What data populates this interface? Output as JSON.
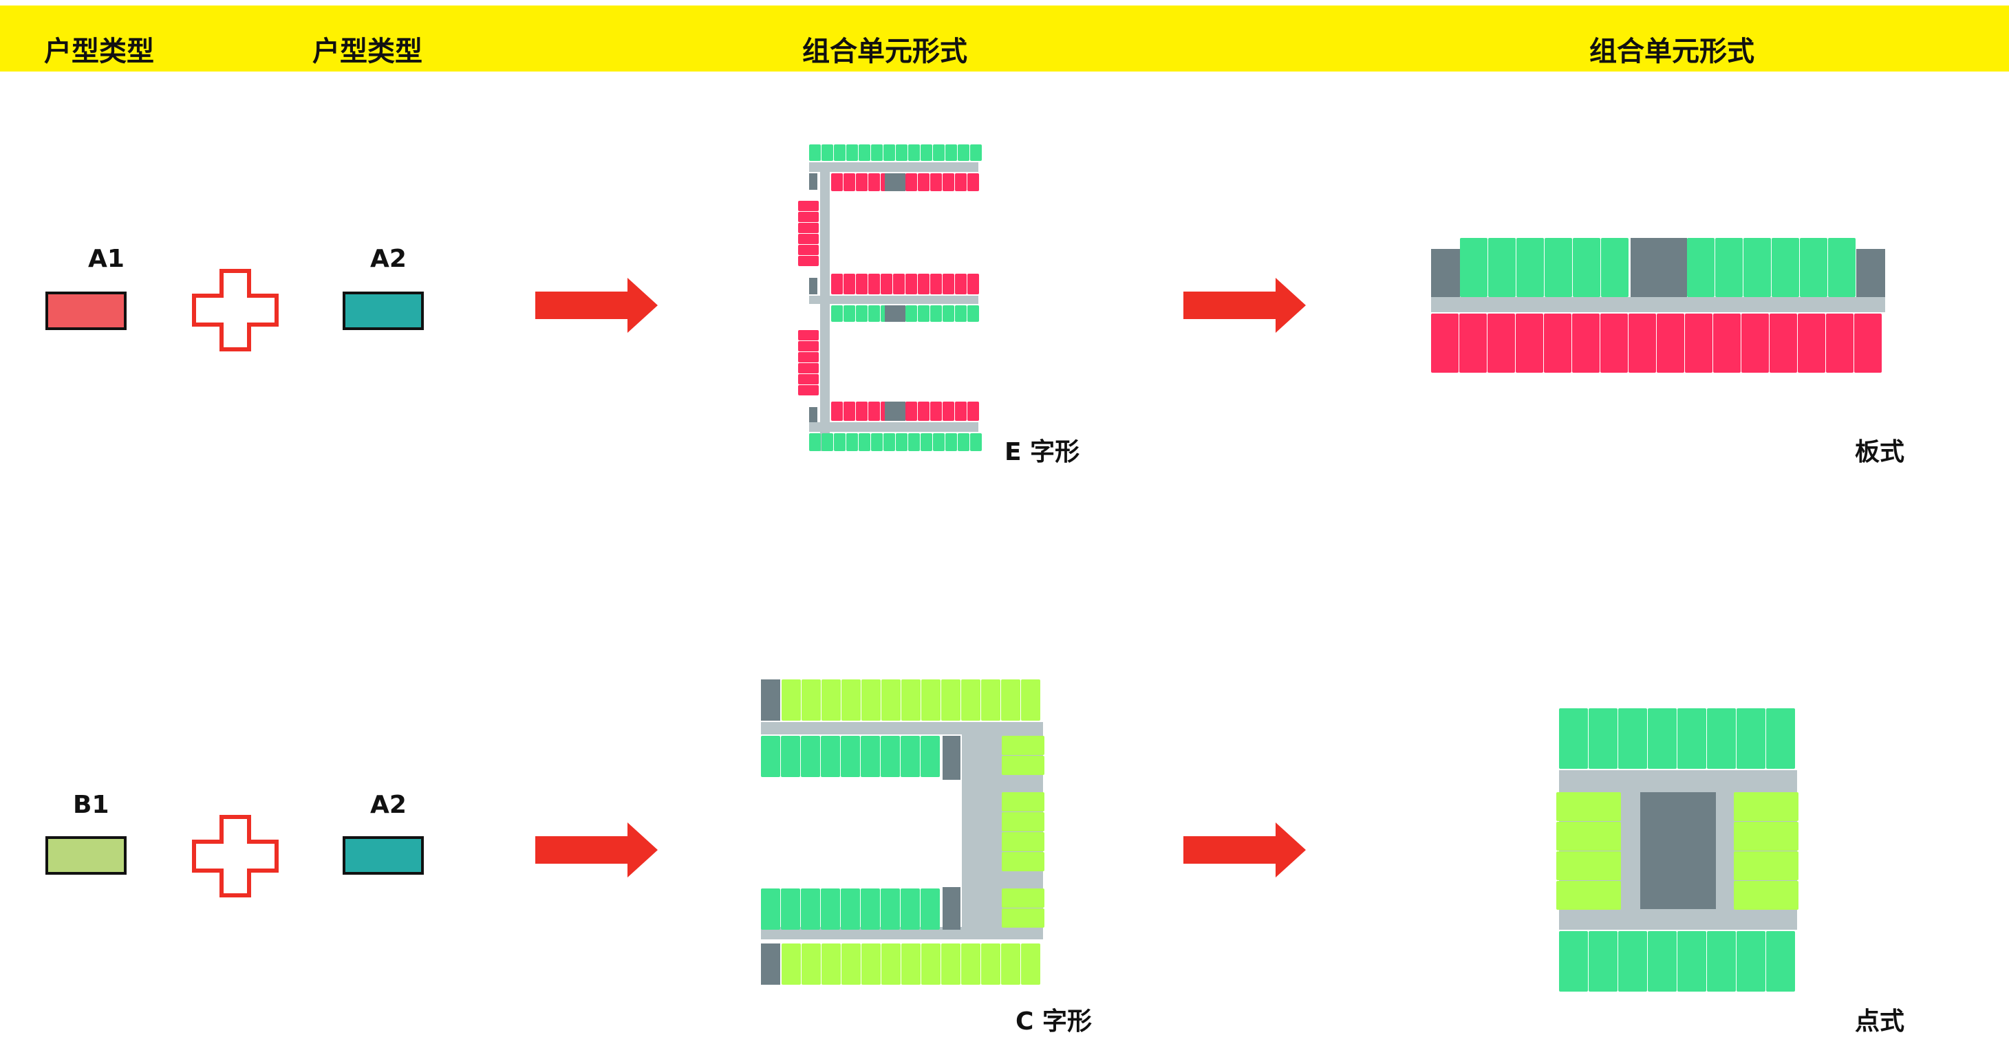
{
  "header": {
    "col1": "户型类型",
    "col2": "户型类型",
    "col3": "组合单元形式",
    "col4": "组合单元形式"
  },
  "row1": {
    "unit_a": {
      "label": "A1",
      "color": "#f05a5e"
    },
    "unit_b": {
      "label": "A2",
      "color": "#26aba6"
    },
    "form1_label": "E 字形",
    "form2_label": "板式"
  },
  "row2": {
    "unit_a": {
      "label": "B1",
      "color": "#b9d77c"
    },
    "unit_b": {
      "label": "A2",
      "color": "#26aba6"
    },
    "form1_label": "C 字形",
    "form2_label": "点式"
  },
  "colors": {
    "header_bg": "#fff200",
    "arrow": "#ee2e24",
    "plus_outline": "#ee2e24",
    "unit_green": "#3ee38f",
    "unit_red": "#ff2d5f",
    "unit_lime": "#b0ff4f",
    "corridor": "#b8c4c8",
    "core": "#6e7f86"
  }
}
